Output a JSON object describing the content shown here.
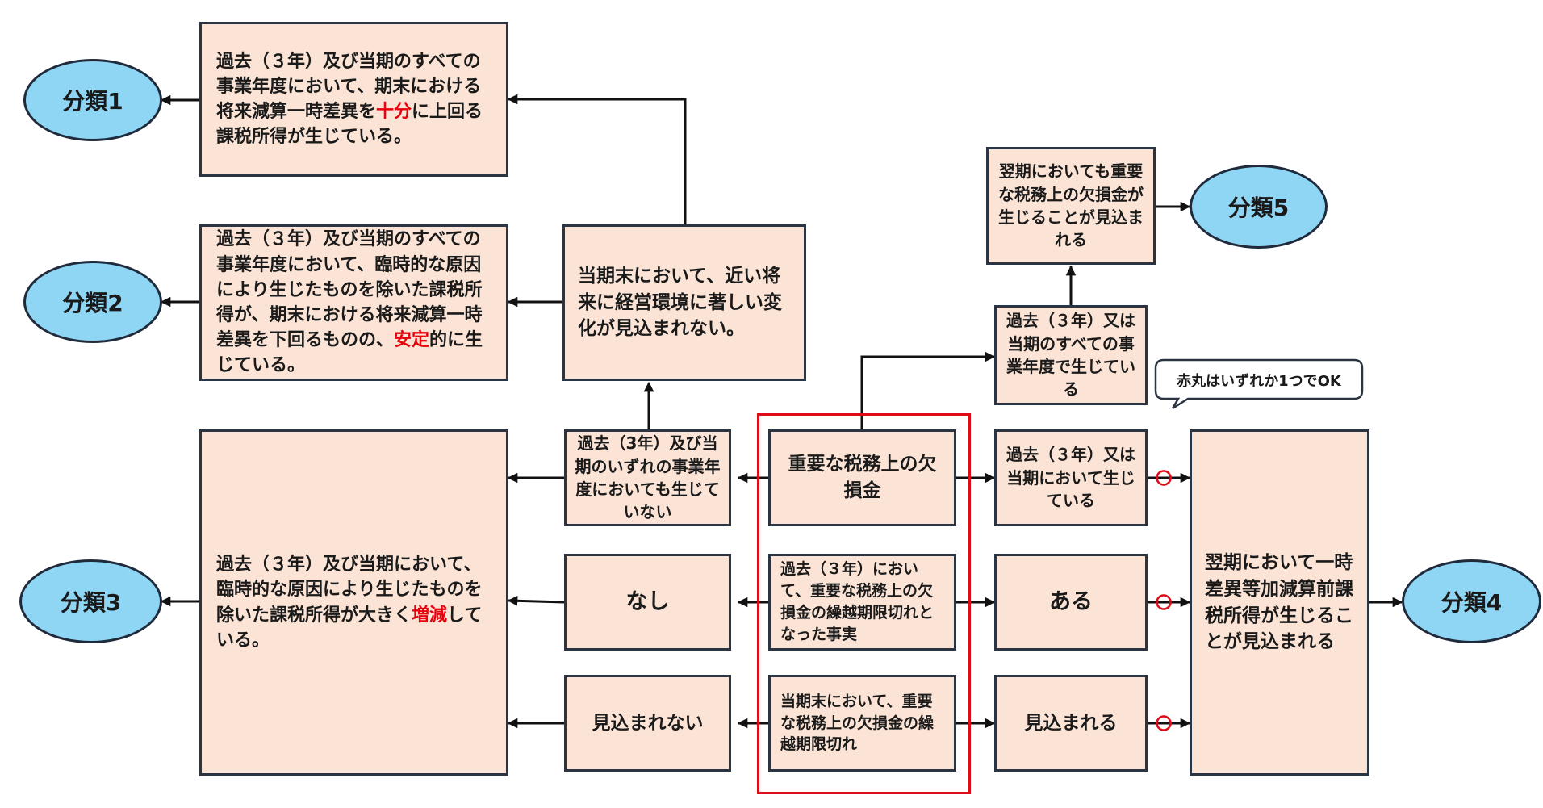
{
  "classifications": {
    "c1": "分類1",
    "c2": "分類2",
    "c3": "分類3",
    "c4": "分類4",
    "c5": "分類5"
  },
  "boxes": {
    "class1_condition": {
      "pre": "過去（３年）及び当期のすべての事業年度において、期末における将来減算一時差異を",
      "highlight": "十分",
      "post": "に上回る課税所得が生じている。"
    },
    "class2_condition": {
      "pre": "過去（３年）及び当期のすべての事業年度において、臨時的な原因により生じたものを除いた課税所得が、期末における将来減算一時差異を下回るものの、",
      "highlight": "安定",
      "post": "的に生じている。"
    },
    "class3_condition": {
      "pre": "過去（３年）及び当期において、臨時的な原因により生じたものを除いた課税所得が大きく",
      "highlight": "増減",
      "post": "している。"
    },
    "no_major_change": "当期末において、近い将来に経営環境に著しい変化が見込まれない。",
    "not_occurred_any_year": "過去（3年）及び当期のいずれの事業年度においても生じていない",
    "none": "なし",
    "not_expected": "見込まれない",
    "major_tax_loss": "重要な税務上の欠損金",
    "loss_expired_fact": "過去（３年）において、重要な税務上の欠損金の繰越期限切れとなった事実",
    "loss_expiring_current": "当期末において、重要な税務上の欠損金の繰越期限切れ",
    "occurred_all_years": "過去（３年）又は当期のすべての事業年度で生じている",
    "occurred_any_year": "過去（３年）又は当期において生じている",
    "exists": "ある",
    "expected": "見込まれる",
    "next_year_loss_expected": "翌期においても重要な税務上の欠損金が生じることが見込まれる",
    "next_year_income_expected": "翌期において一時差異等加減算前課税所得が生じることが見込まれる"
  },
  "callout": "赤丸はいずれか1つでOK",
  "colors": {
    "box_fill": "#fbe4d6",
    "box_border": "#2b3442",
    "ellipse_fill": "#8fd5f4",
    "highlight_red": "#e8000c",
    "frame_red": "#e10b18"
  }
}
